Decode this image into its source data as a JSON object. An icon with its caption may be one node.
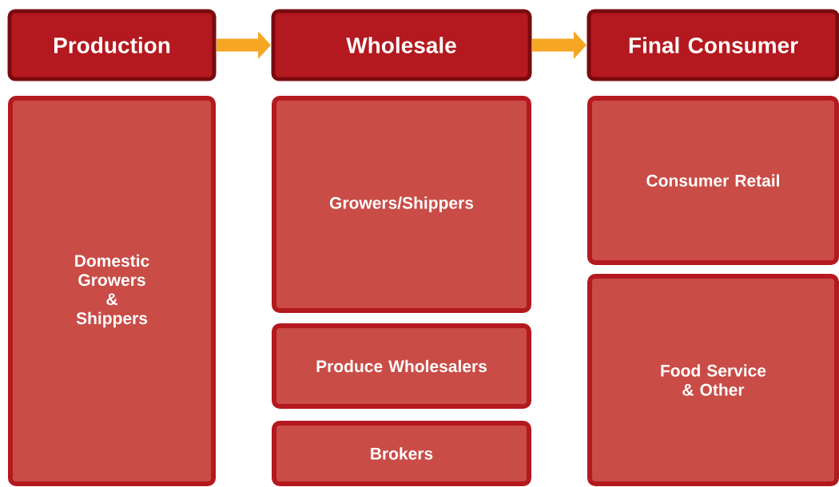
{
  "diagram": {
    "nodes": [
      {
        "text": [
          "Production"
        ]
      },
      {
        "text": [
          "Wholesale"
        ]
      },
      {
        "text": [
          "Final Consumer"
        ]
      },
      {
        "text": [
          "Domestic Growers & Shippers"
        ]
      },
      {
        "text": [
          "Growers/Shippers"
        ]
      },
      {
        "text": [
          "Produce Wholesalers"
        ]
      },
      {
        "text": [
          "Brokers"
        ]
      },
      {
        "text": [
          "Consumer Retail"
        ]
      },
      {
        "text": [
          "Food Service & Other"
        ]
      }
    ],
    "edges": [
      {
        "from": 0,
        "to": 1,
        "arrow": "to"
      },
      {
        "from": 1,
        "to": 2,
        "arrow": "to"
      }
    ]
  }
}
